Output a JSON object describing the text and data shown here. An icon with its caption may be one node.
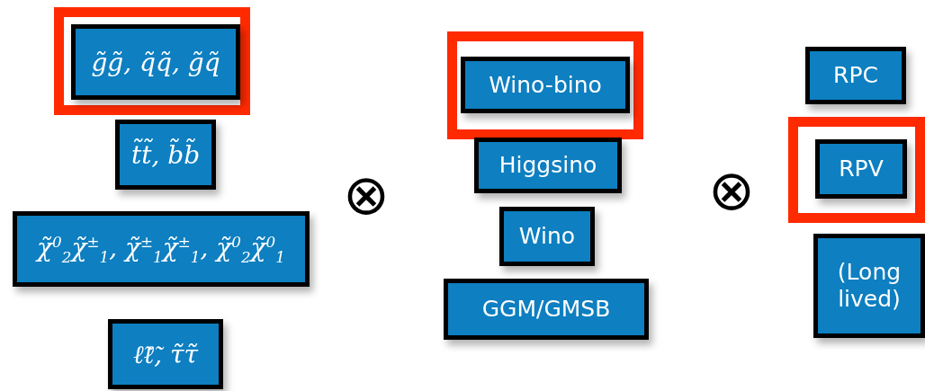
{
  "diagram": {
    "nodes": [
      {
        "text": [],
        "shape": "box"
      },
      {
        "text": [
          "g̃g̃, q̃q̃, g̃q̃"
        ],
        "in": 0
      },
      {
        "text": [
          "t̃t̃, b̃b̃"
        ]
      },
      {
        "text": [
          "χ̃$^{0}$$_{2}$χ̃$^{±}$$_{1}$, χ̃$^{±}$$_{1}$χ̃$^{±}$$_{1}$, χ̃$^{0}$$_{2}$χ̃$^{0}$$_{1}$"
        ]
      },
      {
        "text": [
          "ℓ̃ℓ̃, τ̃τ̃"
        ]
      },
      {
        "text": [],
        "shape": "box"
      },
      {
        "text": [
          "Wino-bino"
        ],
        "in": 5
      },
      {
        "text": [
          "Higgsino"
        ]
      },
      {
        "text": [
          "Wino"
        ]
      },
      {
        "text": [
          "GGM/GMSB"
        ]
      },
      {
        "text": [
          "RPC"
        ]
      },
      {
        "text": [],
        "shape": "box"
      },
      {
        "text": [
          "RPV"
        ],
        "in": 11
      },
      {
        "text": [
          "(Long lived)"
        ]
      }
    ],
    "edges": [],
    "labels": [
      "⊗",
      "⊗"
    ]
  }
}
